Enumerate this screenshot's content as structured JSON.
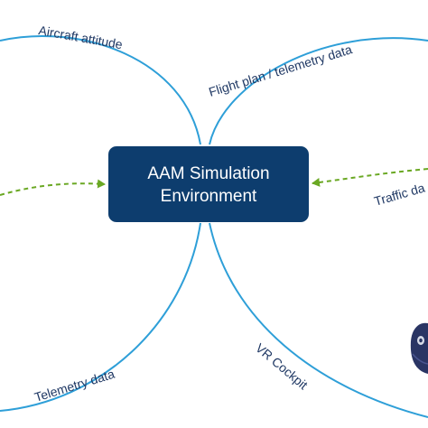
{
  "center_node": {
    "line1": "AAM Simulation",
    "line2": "Environment"
  },
  "edge_labels": {
    "aircraft_attitude": "Aircraft attitude",
    "flight_plan": "Flight plan / telemetry data",
    "traffic_data": "Traffic da",
    "telemetry_data": "Telemetry data",
    "vr_cockpit": "VR Cockpit"
  },
  "colors": {
    "curve": "#2e9fd8",
    "dashed_arrow": "#6aa823",
    "node_fill": "#0d3d6e",
    "node_text": "#ffffff",
    "label_text": "#1f3864",
    "headset": "#2a3564"
  },
  "icons": {
    "vr_headset": "vr-headset-icon"
  }
}
